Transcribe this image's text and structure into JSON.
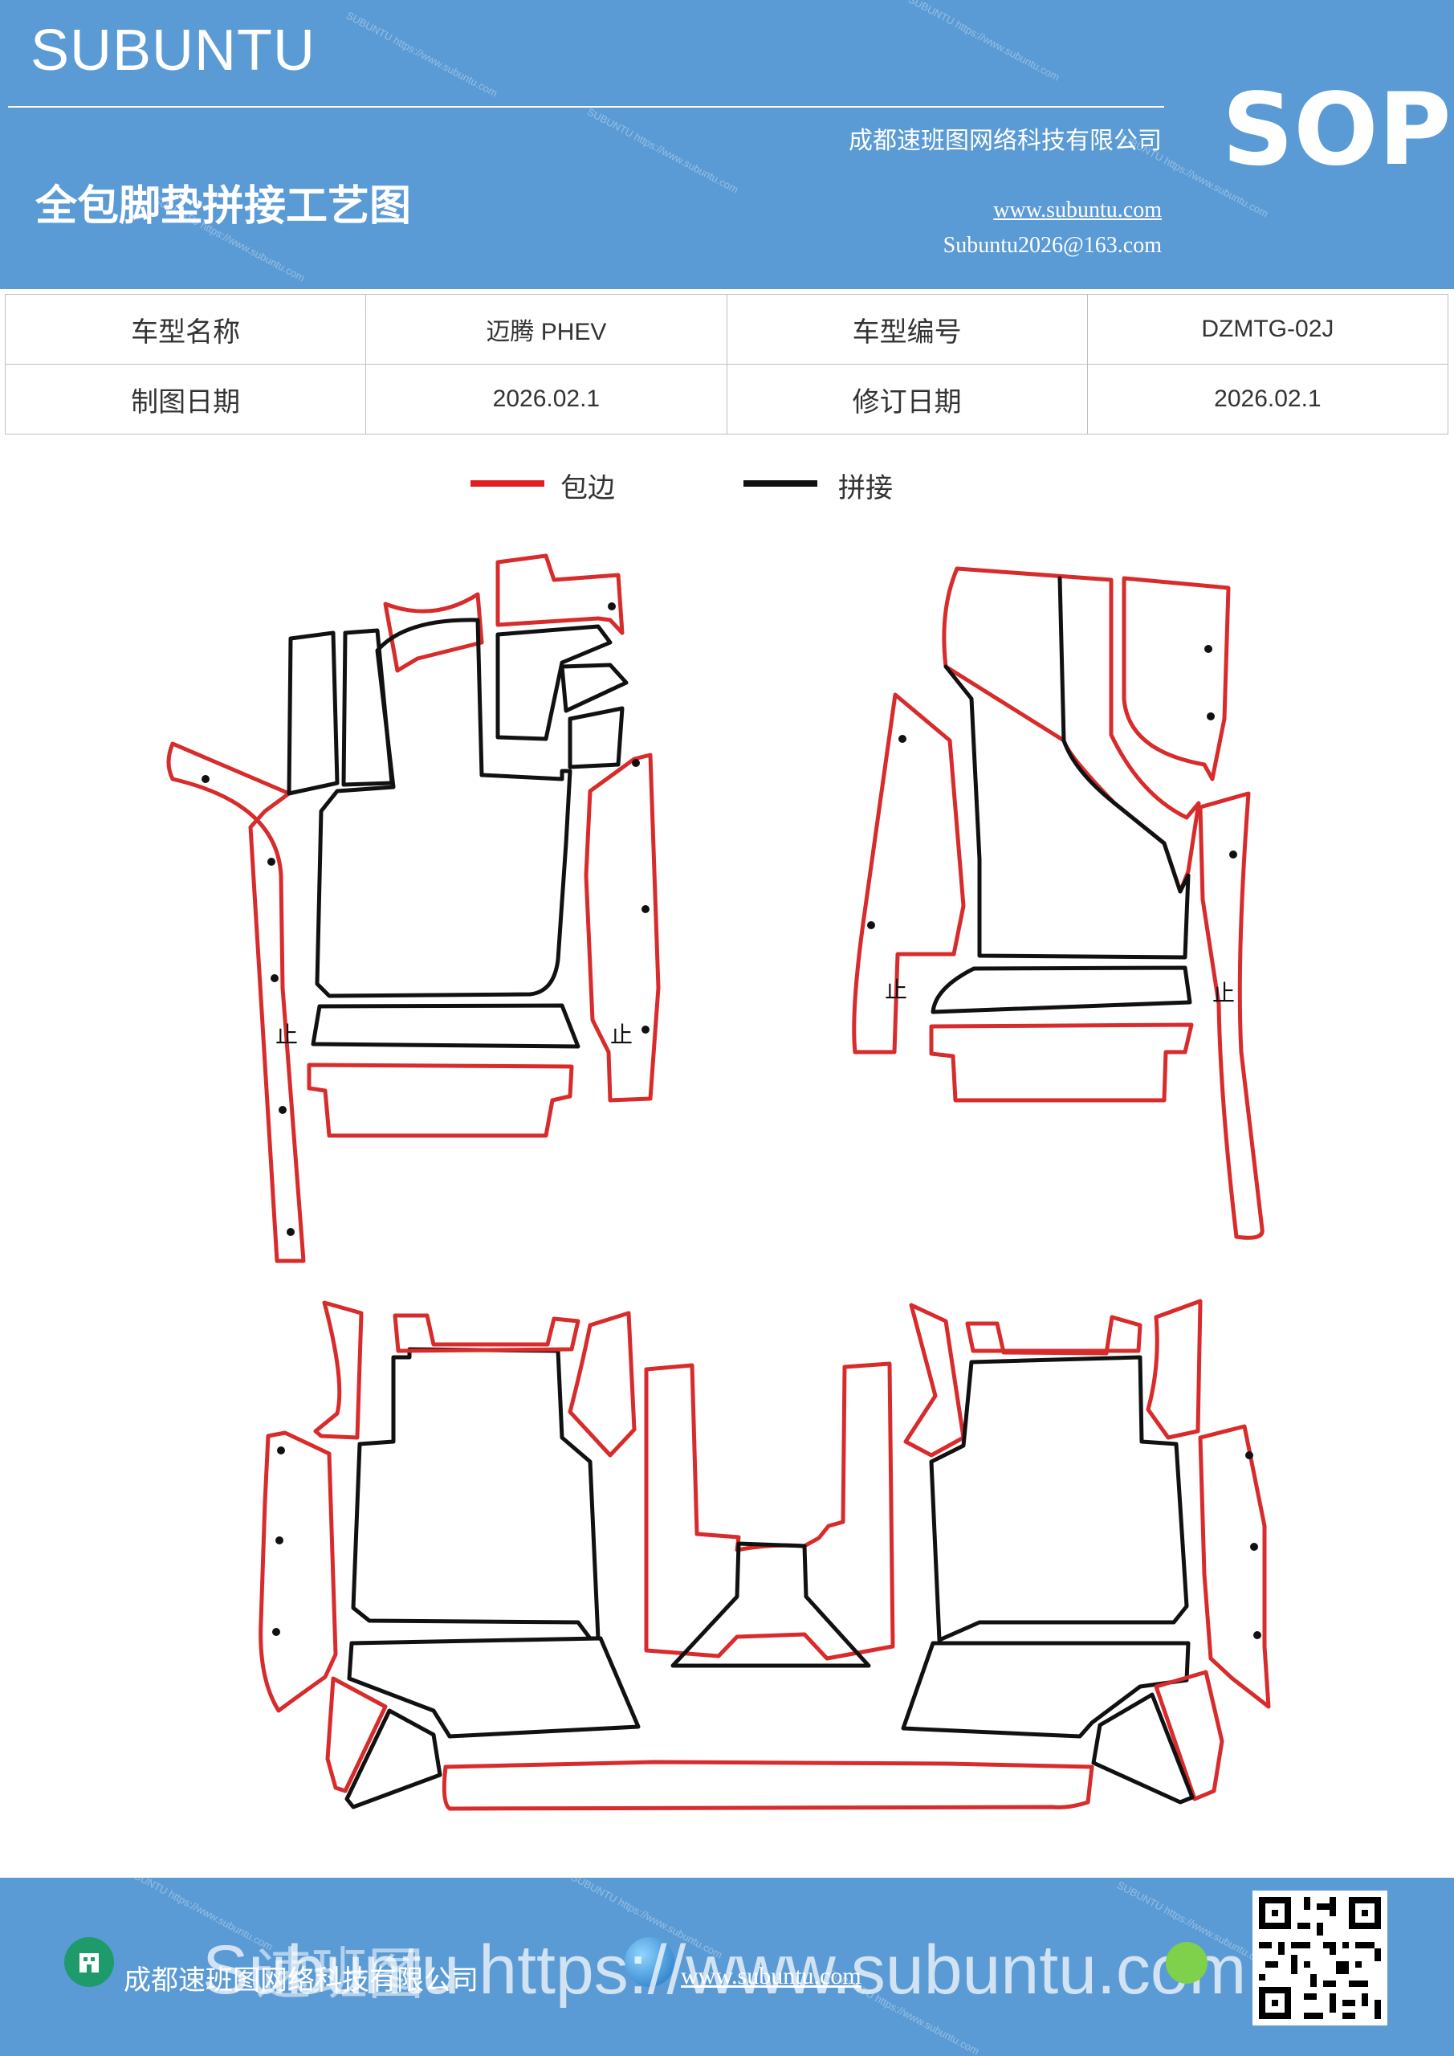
{
  "header": {
    "brand": "SUBUNTU",
    "badge": "SOP",
    "company": "成都速班图网络科技有限公司",
    "title": "全包脚垫拼接工艺图",
    "website": "www.subuntu.com",
    "email": "Subuntu2026@163.com",
    "watermark": "SUBUNTU https://www.subuntu.com",
    "bg_color": "#5b9bd5"
  },
  "info_table": {
    "rows": [
      [
        "车型名称",
        "迈腾 PHEV",
        "车型编号",
        "DZMTG-02J"
      ],
      [
        "制图日期",
        "2026.02.1",
        "修订日期",
        "2026.02.1"
      ]
    ]
  },
  "legend": {
    "items": [
      {
        "label": "包边",
        "color": "#e02020"
      },
      {
        "label": "拼接",
        "color": "#111111"
      }
    ]
  },
  "diagram": {
    "marker_label": "止",
    "edge_color": "#d82b2b",
    "seam_color": "#111111"
  },
  "footer": {
    "company": "成都速班图网络科技有限公司",
    "website": "www.subuntu.com",
    "overlay": "Subuntu https://www.subuntu.com",
    "overlay_cn": "速班图",
    "bg_color": "#5b9bd5"
  }
}
